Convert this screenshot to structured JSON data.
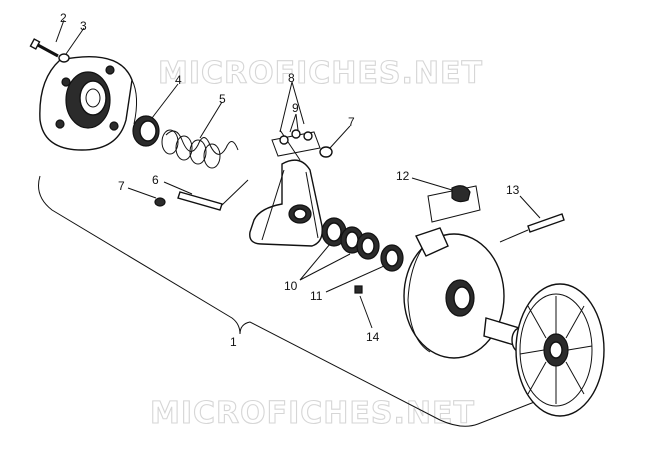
{
  "watermark": "MICROFICHES.NET",
  "callouts": {
    "c1": "1",
    "c2": "2",
    "c3": "3",
    "c4": "4",
    "c5": "5",
    "c6": "6",
    "c7a": "7",
    "c7b": "7",
    "c8": "8",
    "c9": "9",
    "c10": "10",
    "c11": "11",
    "c12": "12",
    "c13": "13",
    "c14": "14"
  }
}
